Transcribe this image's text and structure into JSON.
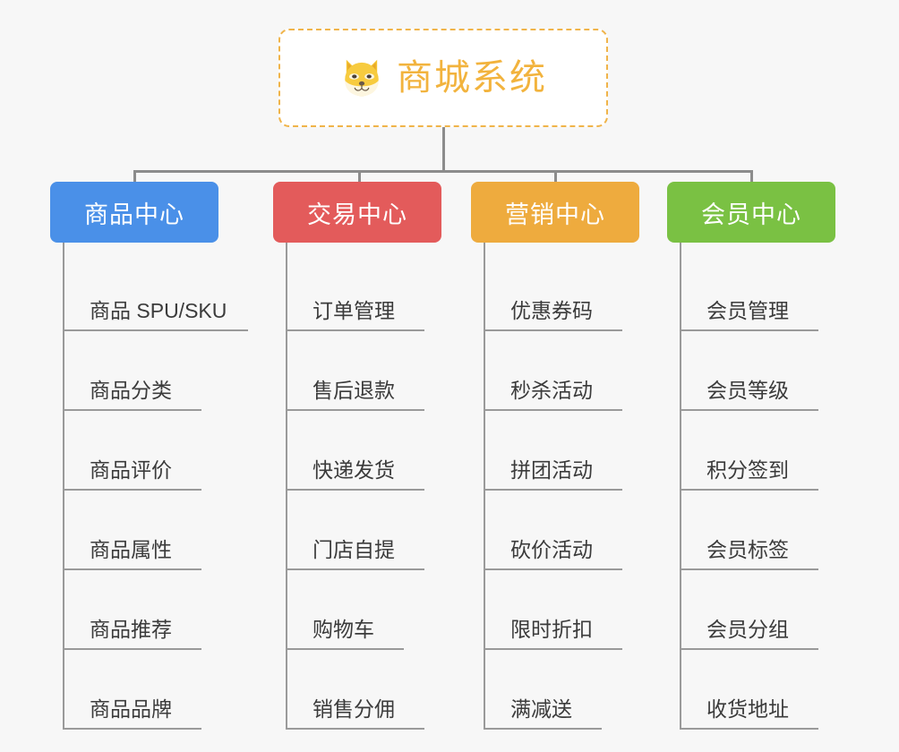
{
  "diagram": {
    "type": "mindmap-tree",
    "background_color": "#f7f7f7",
    "connector_color": "#8c8c8c",
    "root": {
      "title": "商城系统",
      "icon": "shiba-dog-face-icon",
      "text_color": "#f2b33d",
      "border_color": "#f0b44a",
      "background_color": "#ffffff"
    },
    "categories": [
      {
        "label": "商品中心",
        "color": "#4a90e8",
        "items": [
          "商品 SPU/SKU",
          "商品分类",
          "商品评价",
          "商品属性",
          "商品推荐",
          "商品品牌"
        ]
      },
      {
        "label": "交易中心",
        "color": "#e35b5b",
        "items": [
          "订单管理",
          "售后退款",
          "快递发货",
          "门店自提",
          "购物车",
          "销售分佣"
        ]
      },
      {
        "label": "营销中心",
        "color": "#eeab3e",
        "items": [
          "优惠券码",
          "秒杀活动",
          "拼团活动",
          "砍价活动",
          "限时折扣",
          "满减送"
        ]
      },
      {
        "label": "会员中心",
        "color": "#7ac143",
        "items": [
          "会员管理",
          "会员等级",
          "积分签到",
          "会员标签",
          "会员分组",
          "收货地址"
        ]
      }
    ]
  }
}
